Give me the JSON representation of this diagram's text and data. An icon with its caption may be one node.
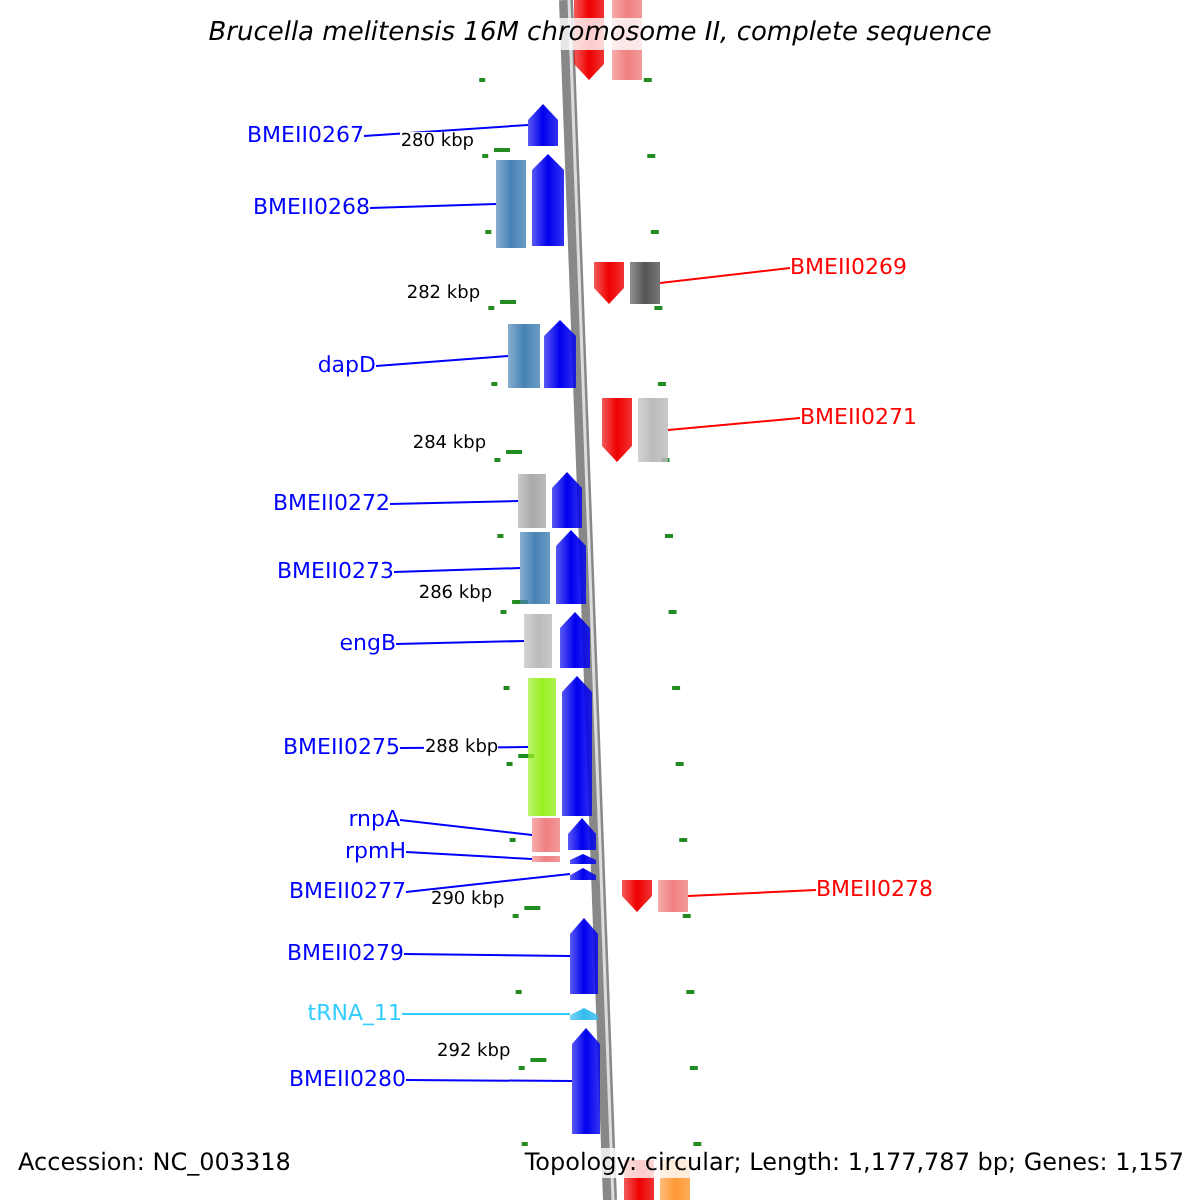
{
  "diagram": {
    "title": "Brucella melitensis 16M chromosome II, complete sequence",
    "nodes": [
      {
        "text": [],
        "shape": "arrow"
      },
      {
        "text": [],
        "shape": "box"
      },
      {
        "text": [
          "BMEII0267"
        ]
      },
      {
        "text": [],
        "shape": "arrow"
      },
      {
        "text": [
          "BMEII0268"
        ]
      },
      {
        "text": [],
        "shape": "box"
      },
      {
        "text": [],
        "shape": "arrow"
      },
      {
        "text": [
          "BMEII0269"
        ]
      },
      {
        "text": [],
        "shape": "arrow"
      },
      {
        "text": [],
        "shape": "box"
      },
      {
        "text": [
          "dapD"
        ]
      },
      {
        "text": [],
        "shape": "box"
      },
      {
        "text": [],
        "shape": "arrow"
      },
      {
        "text": [
          "BMEII0271"
        ]
      },
      {
        "text": [],
        "shape": "arrow"
      },
      {
        "text": [],
        "shape": "box"
      },
      {
        "text": [
          "BMEII0272"
        ]
      },
      {
        "text": [],
        "shape": "box"
      },
      {
        "text": [],
        "shape": "arrow"
      },
      {
        "text": [
          "BMEII0273"
        ]
      },
      {
        "text": [],
        "shape": "box"
      },
      {
        "text": [],
        "shape": "arrow"
      },
      {
        "text": [
          "engB"
        ]
      },
      {
        "text": [],
        "shape": "box"
      },
      {
        "text": [],
        "shape": "arrow"
      },
      {
        "text": [
          "BMEII0275"
        ]
      },
      {
        "text": [],
        "shape": "box"
      },
      {
        "text": [],
        "shape": "arrow"
      },
      {
        "text": [
          "rnpA"
        ]
      },
      {
        "text": [],
        "shape": "box"
      },
      {
        "text": [],
        "shape": "arrow"
      },
      {
        "text": [
          "rpmH"
        ]
      },
      {
        "text": [],
        "shape": "box"
      },
      {
        "text": [],
        "shape": "arrow"
      },
      {
        "text": [
          "BMEII0277"
        ]
      },
      {
        "text": [],
        "shape": "arrow"
      },
      {
        "text": [
          "BMEII0278"
        ]
      },
      {
        "text": [],
        "shape": "arrow"
      },
      {
        "text": [],
        "shape": "box"
      },
      {
        "text": [
          "BMEII0279"
        ]
      },
      {
        "text": [],
        "shape": "arrow"
      },
      {
        "text": [
          "tRNA_11"
        ]
      },
      {
        "text": [],
        "shape": "arrow"
      },
      {
        "text": [
          "BMEII0280"
        ]
      },
      {
        "text": [],
        "shape": "arrow"
      },
      {
        "text": [],
        "shape": "box"
      },
      {
        "text": [],
        "shape": "box"
      }
    ],
    "edges": [
      {
        "from": 2,
        "to": 3,
        "arrow": "none"
      },
      {
        "from": 4,
        "to": 5,
        "arrow": "none"
      },
      {
        "from": 7,
        "to": 9,
        "arrow": "none",
        "color": "#ff0000"
      },
      {
        "from": 10,
        "to": 11,
        "arrow": "none"
      },
      {
        "from": 13,
        "to": 15,
        "arrow": "none",
        "color": "#ff0000"
      },
      {
        "from": 16,
        "to": 17,
        "arrow": "none"
      },
      {
        "from": 19,
        "to": 20,
        "arrow": "none"
      },
      {
        "from": 22,
        "to": 23,
        "arrow": "none"
      },
      {
        "from": 25,
        "to": 26,
        "arrow": "none"
      },
      {
        "from": 28,
        "to": 29,
        "arrow": "none"
      },
      {
        "from": 31,
        "to": 32,
        "arrow": "none"
      },
      {
        "from": 34,
        "to": 35,
        "arrow": "none"
      },
      {
        "from": 36,
        "to": 38,
        "arrow": "none",
        "color": "#ff0000"
      },
      {
        "from": 39,
        "to": 40,
        "arrow": "none"
      },
      {
        "from": 41,
        "to": 42,
        "arrow": "none",
        "color": "#33ccff"
      },
      {
        "from": 43,
        "to": 44,
        "arrow": "none"
      }
    ],
    "labels": [
      "280 kbp",
      "282 kbp",
      "284 kbp",
      "286 kbp",
      "288 kbp",
      "290 kbp",
      "292 kbp",
      "Accession: NC_003318",
      "Topology: circular; Length: 1,177,787 bp; Genes: 1,157"
    ]
  }
}
